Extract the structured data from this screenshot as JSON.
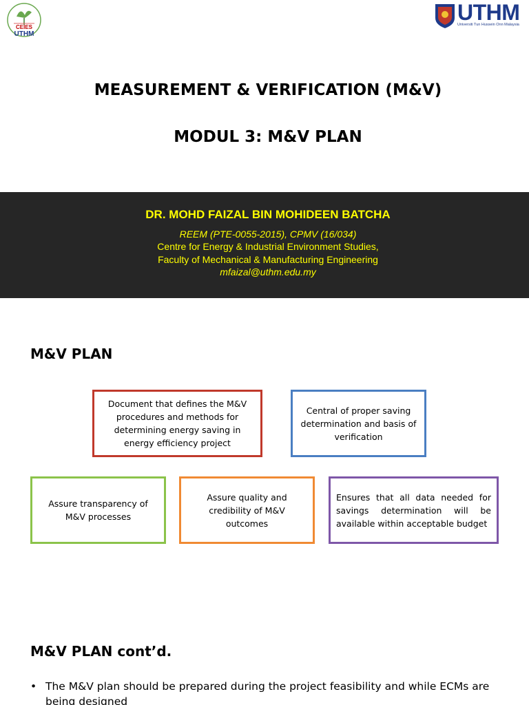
{
  "logos": {
    "left_text": "CEIES",
    "left_sub": "UTHM",
    "right_text": "UTHM",
    "right_sub": "Universiti Tun Hussein Onn Malaysia"
  },
  "slide1": {
    "title": "MEASUREMENT & VERIFICATION (M&V)",
    "subtitle": "MODUL 3: M&V PLAN",
    "author": "DR. MOHD FAIZAL BIN MOHIDEEN BATCHA",
    "cred_lines": [
      "REEM (PTE-0055-2015), CPMV (16/034)",
      "Centre for Energy & Industrial Environment Studies,",
      "Faculty of Mechanical & Manufacturing Engineering",
      "mfaizal@uthm.edu.my"
    ],
    "band_color": "#262626",
    "text_color": "#ffff00"
  },
  "slide2": {
    "heading": "M&V PLAN",
    "boxes": [
      {
        "text": "Document that defines the M&V procedures and methods for determining energy saving in energy efficiency project",
        "color": "#c0392b"
      },
      {
        "text": "Central of proper saving determination and basis of verification",
        "color": "#4a7ec2"
      },
      {
        "text": "Assure transparency of M&V processes",
        "color": "#8bc34a"
      },
      {
        "text": "Assure quality and credibility of M&V outcomes",
        "color": "#f08a33"
      },
      {
        "text": "Ensures that all data needed for savings determination will be available within acceptable budget",
        "color": "#7e57a8"
      }
    ]
  },
  "slide3": {
    "heading": "M&V PLAN cont’d.",
    "bullets": [
      "The M&V plan should be prepared during the project feasibility and while ECMs are being designed"
    ]
  }
}
